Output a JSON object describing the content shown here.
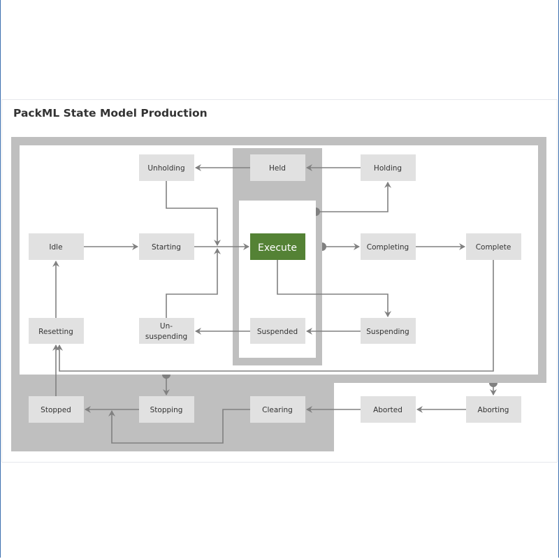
{
  "title": "PackML State Model Production",
  "colors": {
    "execute": "#548235",
    "state": "#e1e1e1",
    "region": "#bfbfbf",
    "line": "#808080"
  },
  "states": {
    "unholding": "Unholding",
    "held": "Held",
    "holding": "Holding",
    "idle": "Idle",
    "starting": "Starting",
    "execute": "Execute",
    "completing": "Completing",
    "complete": "Complete",
    "resetting": "Resetting",
    "unsuspending_1": "Un-",
    "unsuspending_2": "suspending",
    "suspended": "Suspended",
    "suspending": "Suspending",
    "stopped": "Stopped",
    "stopping": "Stopping",
    "clearing": "Clearing",
    "aborted": "Aborted",
    "aborting": "Aborting"
  }
}
